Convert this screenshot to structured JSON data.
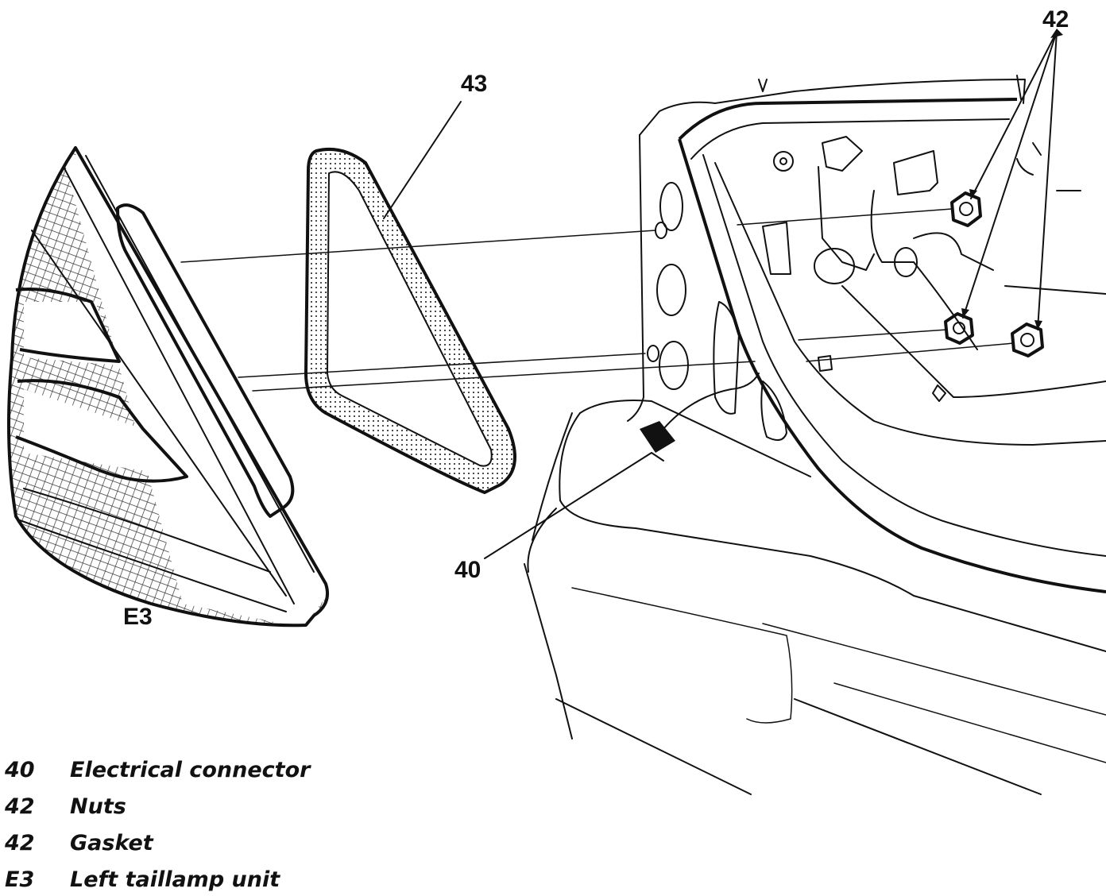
{
  "callouts": {
    "c42": "42",
    "c43": "43",
    "c40": "40",
    "e3": "E3"
  },
  "legend": [
    {
      "code": "40",
      "text": "Electrical connector"
    },
    {
      "code": "42",
      "text": "Nuts"
    },
    {
      "code": "42",
      "text": "Gasket"
    },
    {
      "code": "E3",
      "text": "Left taillamp unit"
    }
  ],
  "colors": {
    "ink": "#111111",
    "paper": "#ffffff"
  }
}
